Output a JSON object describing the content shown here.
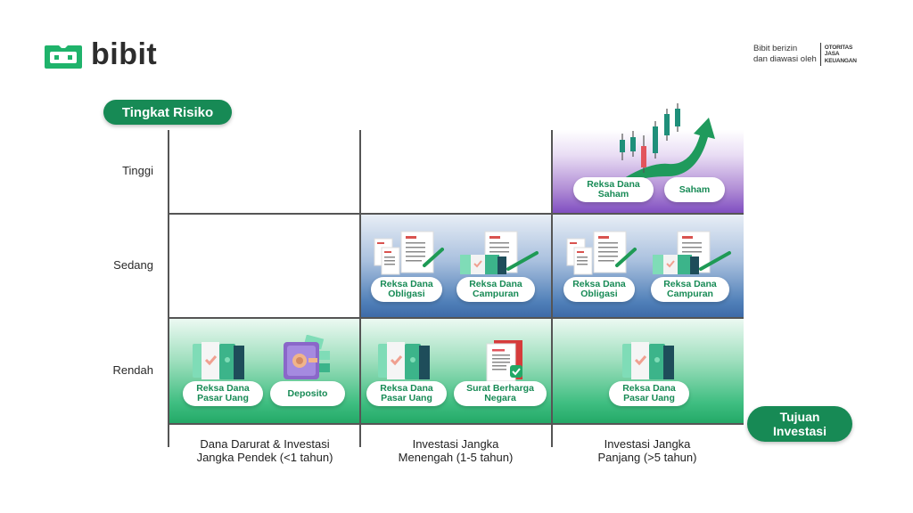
{
  "brand": {
    "name": "bibit",
    "color": "#1fb36b",
    "regulation_text_line1": "Bibit berizin",
    "regulation_text_line2": "dan diawasi oleh",
    "regulator_line1": "OTORITAS",
    "regulator_line2": "JASA",
    "regulator_line3": "KEUANGAN"
  },
  "axes": {
    "y_title": "Tingkat Risiko",
    "x_title": "Tujuan Investasi",
    "rows": [
      {
        "label": "Tinggi"
      },
      {
        "label": "Sedang"
      },
      {
        "label": "Rendah"
      }
    ],
    "columns": [
      {
        "line1": "Dana Darurat & Investasi",
        "line2": "Jangka Pendek (<1 tahun)"
      },
      {
        "line1": "Investasi Jangka",
        "line2": "Menengah (1-5 tahun)"
      },
      {
        "line1": "Investasi Jangka",
        "line2": "Panjang (>5 tahun)"
      }
    ]
  },
  "cells": {
    "tinggi_panjang": [
      {
        "line1": "Reksa Dana",
        "line2": "Saham",
        "icon": "candlestick-chart-icon"
      },
      {
        "line1": "Saham",
        "line2": "",
        "icon": "candlestick-chart-icon"
      }
    ],
    "sedang_menengah": [
      {
        "line1": "Reksa Dana",
        "line2": "Obligasi",
        "icon": "documents-pen-icon"
      },
      {
        "line1": "Reksa Dana",
        "line2": "Campuran",
        "icon": "money-document-icon"
      }
    ],
    "sedang_panjang": [
      {
        "line1": "Reksa Dana",
        "line2": "Obligasi",
        "icon": "documents-pen-icon"
      },
      {
        "line1": "Reksa Dana",
        "line2": "Campuran",
        "icon": "money-document-icon"
      }
    ],
    "rendah_pendek": [
      {
        "line1": "Reksa Dana",
        "line2": "Pasar Uang",
        "icon": "money-stack-icon"
      },
      {
        "line1": "Deposito",
        "line2": "",
        "icon": "safe-box-icon"
      }
    ],
    "rendah_menengah": [
      {
        "line1": "Reksa Dana",
        "line2": "Pasar Uang",
        "icon": "money-stack-icon"
      },
      {
        "line1": "Surat Berharga",
        "line2": "Negara",
        "icon": "certificate-icon"
      }
    ],
    "rendah_panjang": [
      {
        "line1": "Reksa Dana",
        "line2": "Pasar Uang",
        "icon": "money-stack-icon"
      }
    ]
  },
  "colors": {
    "primary_green": "#178a55",
    "high_risk": "#7e4cc0",
    "medium_risk": "#3d6aa6",
    "low_risk": "#22a866"
  }
}
